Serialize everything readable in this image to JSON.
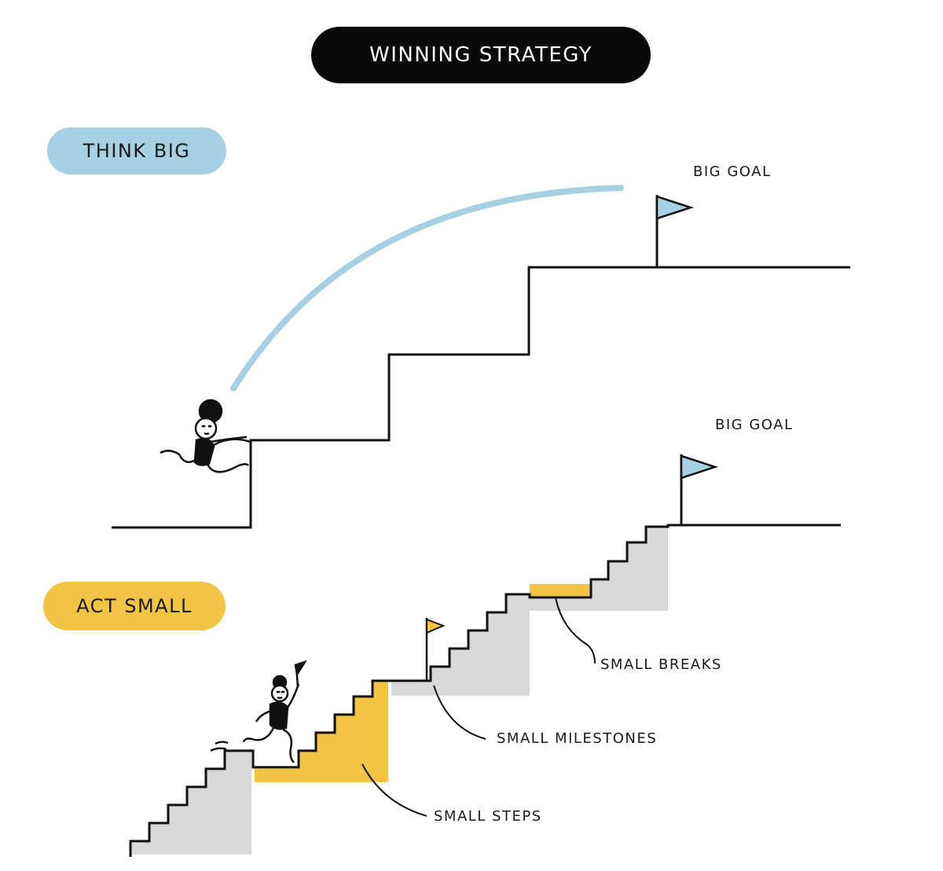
{
  "title": "WINNING STRATEGY",
  "sections": {
    "think_big": {
      "label": "THINK BIG",
      "goal_label": "BIG GOAL",
      "color": "#a7d1e2"
    },
    "act_small": {
      "label": "ACT SMALL",
      "goal_label": "BIG GOAL",
      "color": "#f2c443",
      "annotations": {
        "breaks": "SMALL BREAKS",
        "milestones": "SMALL MILESTONES",
        "steps": "SMALL STEPS"
      }
    }
  },
  "colors": {
    "ink": "#111111",
    "sky": "#a7d1e2",
    "flag_blue": "#a7d1e2",
    "flag_yellow": "#f2c443",
    "step_gray": "#d9d9d9",
    "highlight_yellow": "#f2c443"
  }
}
